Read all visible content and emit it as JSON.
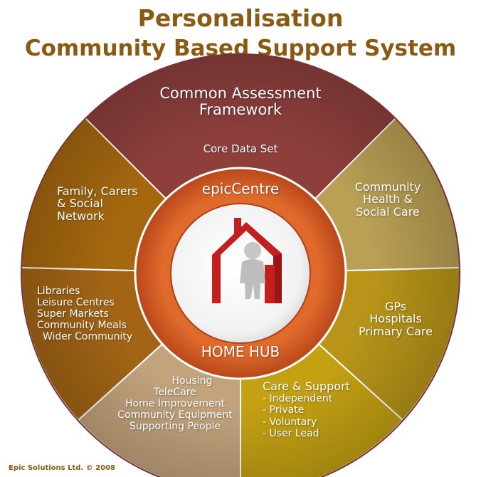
{
  "title": {
    "line1": "Personalisation",
    "line2": "Community Based Support System"
  },
  "diagram": {
    "top_segment": {
      "heading_lines": [
        "Common Assessment",
        "Framework"
      ],
      "sub": "Core Data Set"
    },
    "segments": {
      "family": [
        "Family, Carers",
        "& Social",
        "Network"
      ],
      "community_health": [
        "Community",
        "Health &",
        "Social Care"
      ],
      "libraries": [
        "Libraries",
        "Leisure Centres",
        "Super Markets",
        "Community Meals",
        "Wider Community"
      ],
      "gps": [
        "GPs",
        "Hospitals",
        "Primary Care"
      ],
      "housing": [
        "Housing",
        "TeleCare",
        "Home Improvement",
        "Community Equipment",
        "Supporting People"
      ],
      "care_support": {
        "heading": "Care & Support",
        "items": [
          "- Independent",
          "- Private",
          "- Voluntary",
          "- User Lead"
        ]
      }
    },
    "ring": {
      "top_label": "epicCentre",
      "bottom_label": "HOME HUB"
    },
    "colors": {
      "title": "#8a5a12",
      "top": "#8e3f3c",
      "family": "#a5680f",
      "community_health": "#b9a055",
      "libraries": "#a36515",
      "gps": "#b89519",
      "housing": "#c2a37c",
      "care_support": "#c4a113",
      "ring": "#c9521e",
      "house": "#c21f1f",
      "figure": "#bdbdbd"
    },
    "icons": [
      "house-icon",
      "person-figure-icon"
    ]
  },
  "footer": "Epic Solutions Ltd. © 2008"
}
